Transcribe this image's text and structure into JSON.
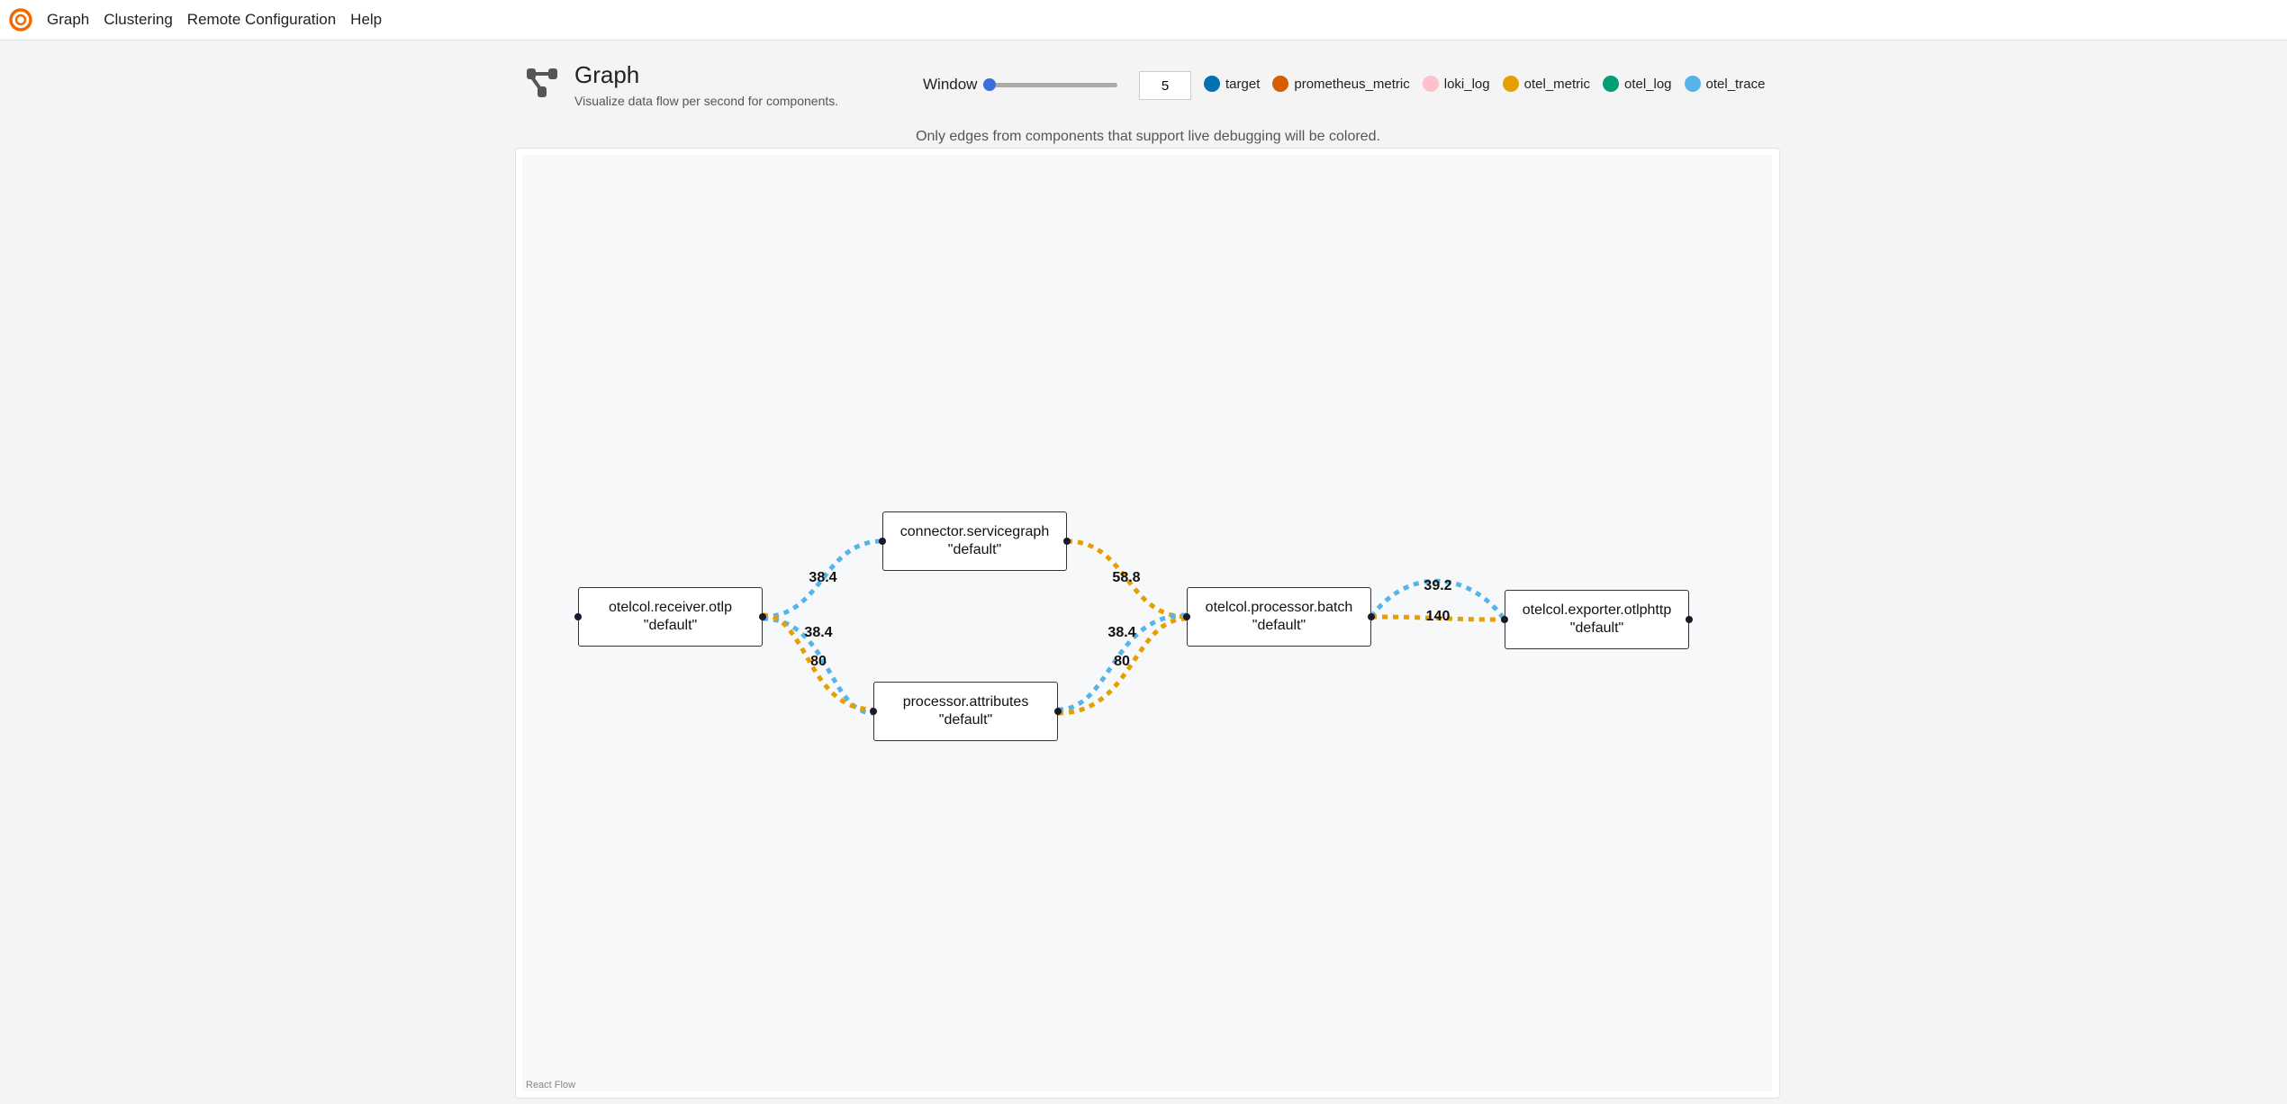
{
  "nav": {
    "items": [
      "Graph",
      "Clustering",
      "Remote Configuration",
      "Help"
    ]
  },
  "header": {
    "title": "Graph",
    "subtitle": "Visualize data flow per second for components."
  },
  "controls": {
    "window_label": "Window",
    "window_value": "5",
    "slider_level": 5
  },
  "legend": [
    {
      "label": "target",
      "color": "#0072B2"
    },
    {
      "label": "prometheus_metric",
      "color": "#D55E00"
    },
    {
      "label": "loki_log",
      "color": "#FFC0CB"
    },
    {
      "label": "otel_metric",
      "color": "#E69F00"
    },
    {
      "label": "otel_log",
      "color": "#009E73"
    },
    {
      "label": "otel_trace",
      "color": "#56B4E9"
    }
  ],
  "note": "Only edges from components that support live debugging will be colored.",
  "attribution": "React Flow",
  "nodes": [
    {
      "id": "receiver",
      "name": "otelcol.receiver.otlp",
      "label": "\"default\""
    },
    {
      "id": "servicegraph",
      "name": "connector.servicegraph",
      "label": "\"default\""
    },
    {
      "id": "attributes",
      "name": "processor.attributes",
      "label": "\"default\""
    },
    {
      "id": "batch",
      "name": "otelcol.processor.batch",
      "label": "\"default\""
    },
    {
      "id": "exporter",
      "name": "otelcol.exporter.otlphttp",
      "label": "\"default\""
    }
  ],
  "edges": [
    {
      "source": "receiver",
      "target": "servicegraph",
      "type": "otel_trace",
      "value": "38.4"
    },
    {
      "source": "receiver",
      "target": "attributes",
      "type": "otel_trace",
      "value": "38.4"
    },
    {
      "source": "receiver",
      "target": "attributes",
      "type": "otel_metric",
      "value": "80"
    },
    {
      "source": "servicegraph",
      "target": "batch",
      "type": "otel_metric",
      "value": "58.8"
    },
    {
      "source": "attributes",
      "target": "batch",
      "type": "otel_trace",
      "value": "38.4"
    },
    {
      "source": "attributes",
      "target": "batch",
      "type": "otel_metric",
      "value": "80"
    },
    {
      "source": "batch",
      "target": "exporter",
      "type": "otel_trace",
      "value": "39.2"
    },
    {
      "source": "batch",
      "target": "exporter",
      "type": "otel_metric",
      "value": "140"
    }
  ]
}
